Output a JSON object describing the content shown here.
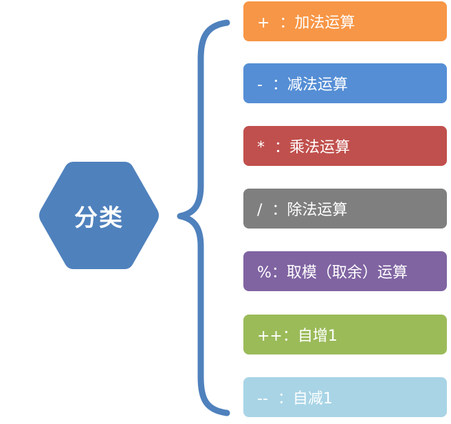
{
  "center": {
    "label": "分类",
    "color": "#4f81bd"
  },
  "brace_color": "#4f81bd",
  "items": [
    {
      "label": "+  ：加法运算",
      "color": "#f79646"
    },
    {
      "label": "-  ：减法运算",
      "color": "#558ed5"
    },
    {
      "label": "*  ：乘法运算",
      "color": "#c0504d"
    },
    {
      "label": "/  ：除法运算",
      "color": "#7f7f7f"
    },
    {
      "label": "%：取模（取余）运算",
      "color": "#8064a2"
    },
    {
      "label": "++：自增1",
      "color": "#9bbb59"
    },
    {
      "label": "--  ：自减1",
      "color": "#a8d4e6"
    }
  ]
}
